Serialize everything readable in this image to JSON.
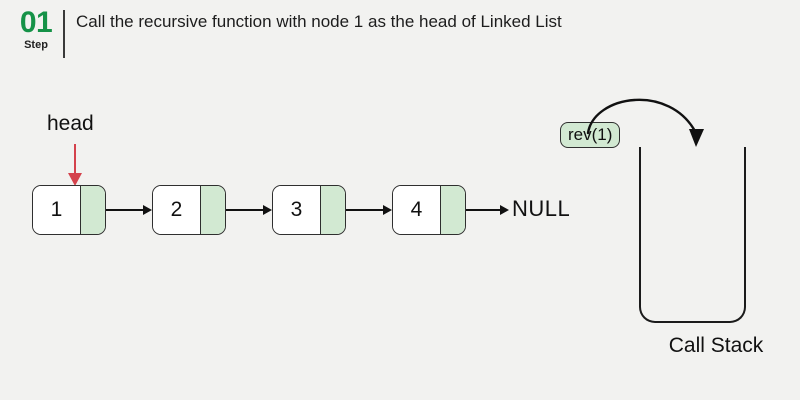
{
  "header": {
    "step_number": "01",
    "step_word": "Step",
    "title": "Call the recursive function with node 1 as the head of Linked List"
  },
  "diagram": {
    "head_label": "head",
    "null_label": "NULL",
    "nodes": [
      {
        "value": "1"
      },
      {
        "value": "2"
      },
      {
        "value": "3"
      },
      {
        "value": "4"
      }
    ],
    "call_stack": {
      "label": "Call Stack",
      "pending_frame": "rev(1)",
      "frames": []
    }
  },
  "colors": {
    "background": "#f2f2f0",
    "accent_green": "#159247",
    "node_pointer_fill": "#d2e9d2",
    "head_arrow_red": "#d4424c",
    "stroke": "#1b1b1b"
  },
  "icons": {
    "head_pointer": "down-arrow-icon",
    "next_pointer": "right-arrow-icon",
    "push_to_stack": "curved-arrow-icon"
  }
}
